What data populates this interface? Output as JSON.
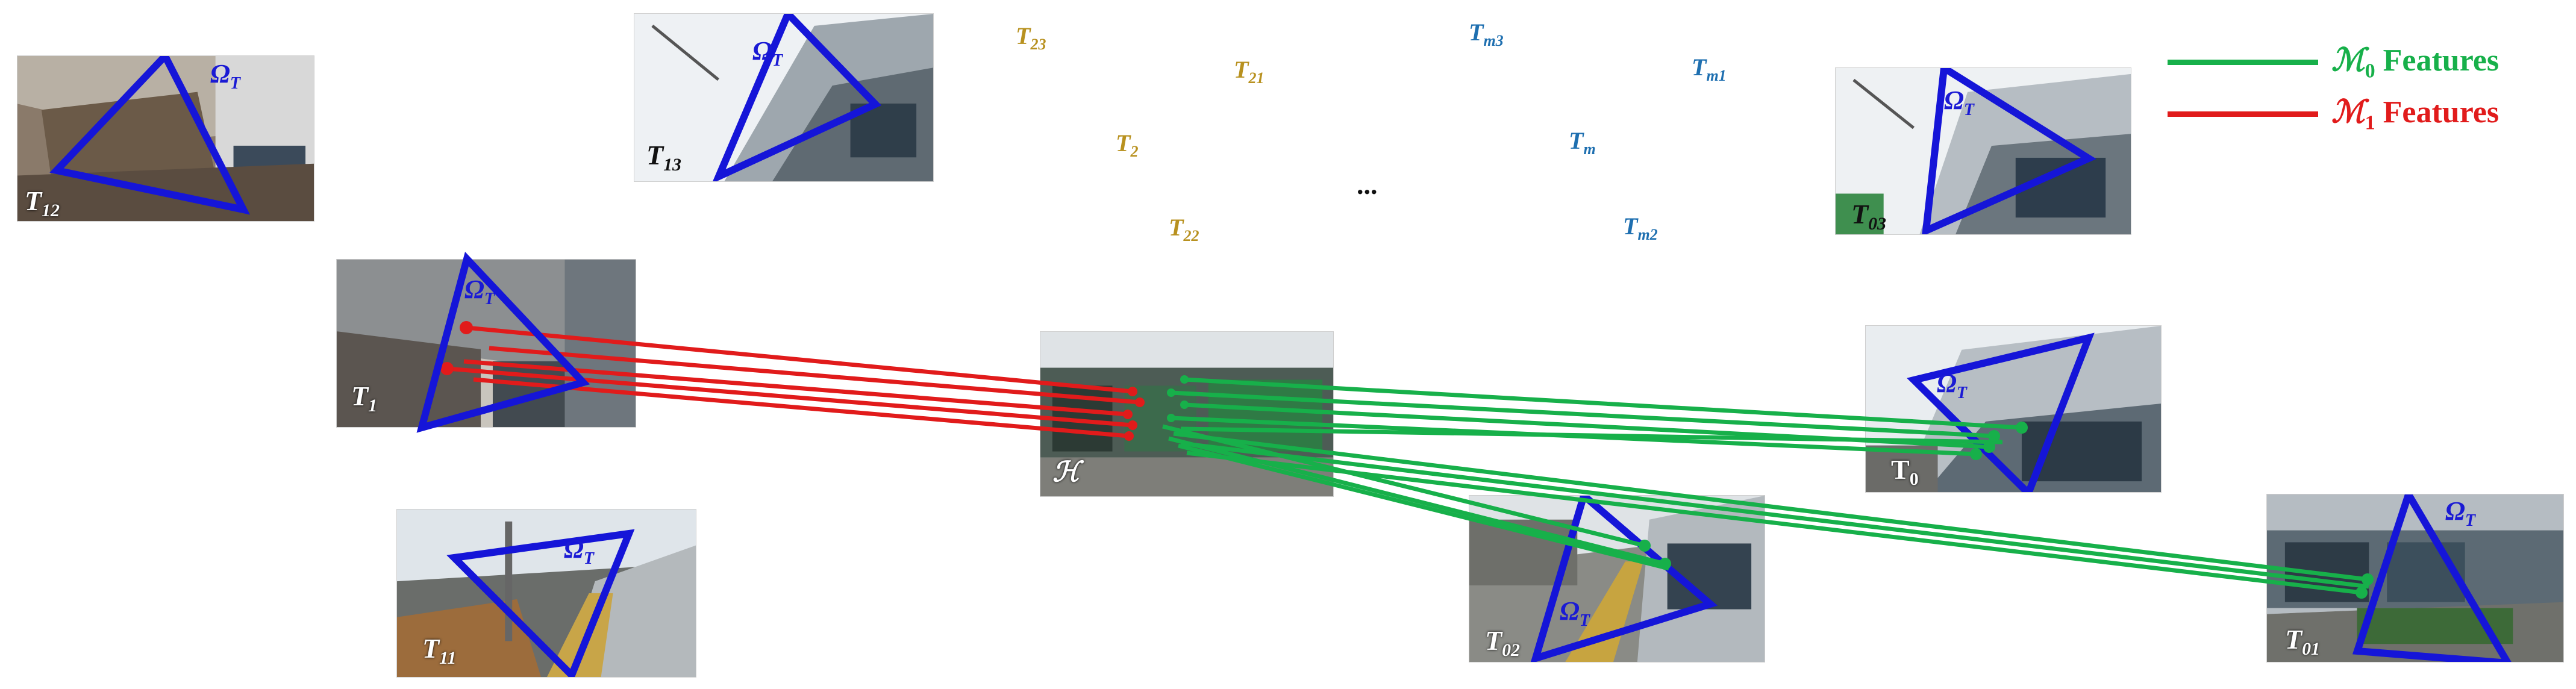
{
  "colors": {
    "triangle": "#1515d8",
    "m0_green": "#17b04a",
    "m1_red": "#e11b1b",
    "pose_gold": "#b8911f",
    "pose_blue": "#1e6fb0"
  },
  "omega_label": "Ω",
  "omega_sub": "T",
  "legend": {
    "m0": {
      "symbol": "ℳ",
      "sub": "0",
      "text": " Features"
    },
    "m1": {
      "symbol": "ℳ",
      "sub": "1",
      "text": " Features"
    }
  },
  "images": {
    "t12": "T12",
    "t13": "T13",
    "t1": "T1",
    "t11": "T11",
    "h": "ℋ",
    "t03": "T03",
    "t0": "T0",
    "t02": "T02",
    "t01": "T01"
  },
  "poses": {
    "t23": "T23",
    "t21": "T21",
    "t2": "T2",
    "t22": "T22",
    "tm3": "Tm3",
    "tm1": "Tm1",
    "tm": "Tm",
    "tm2": "Tm2"
  },
  "ellipsis": "..."
}
